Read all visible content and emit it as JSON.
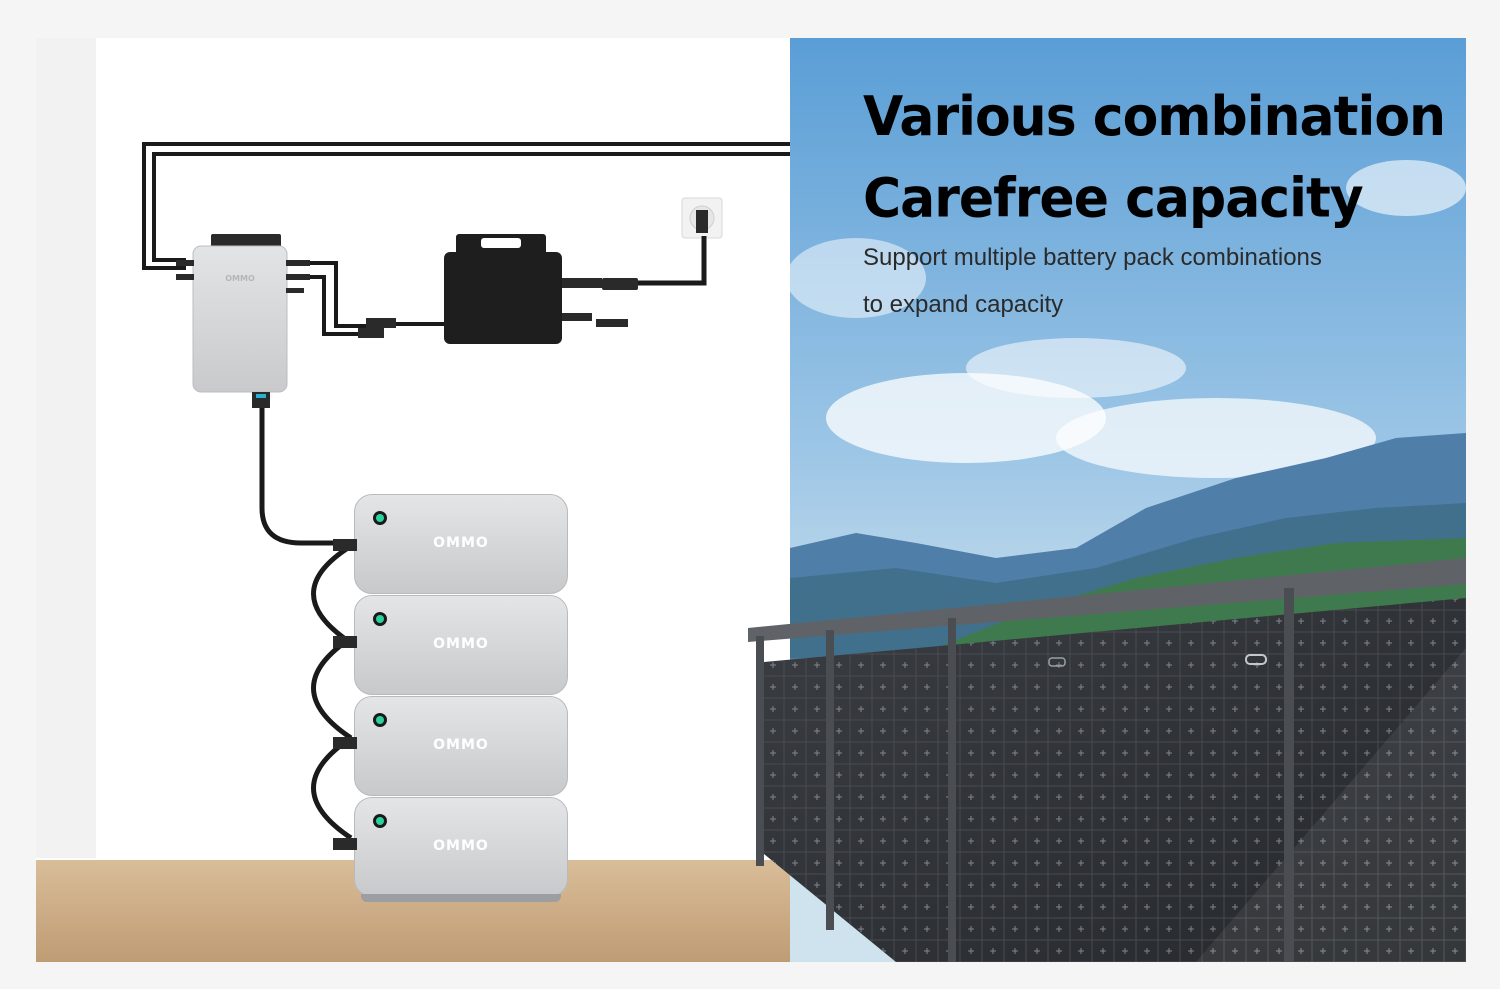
{
  "headline": {
    "line1": "Various combination",
    "line2": "Carefree capacity"
  },
  "subheading": {
    "line1": "Support multiple battery pack combinations",
    "line2": "to expand capacity"
  },
  "branding": {
    "battery_label": "OMMO",
    "hub_label": "OMMO"
  },
  "colors": {
    "background": "#f5f5f5",
    "wall": "#ffffff",
    "floor": "#caa884",
    "sky": "#6aa8da",
    "device": "#d9dadb",
    "led": "#2bd39a",
    "inverter": "#1e1e1e",
    "panel": "#2f3236"
  }
}
